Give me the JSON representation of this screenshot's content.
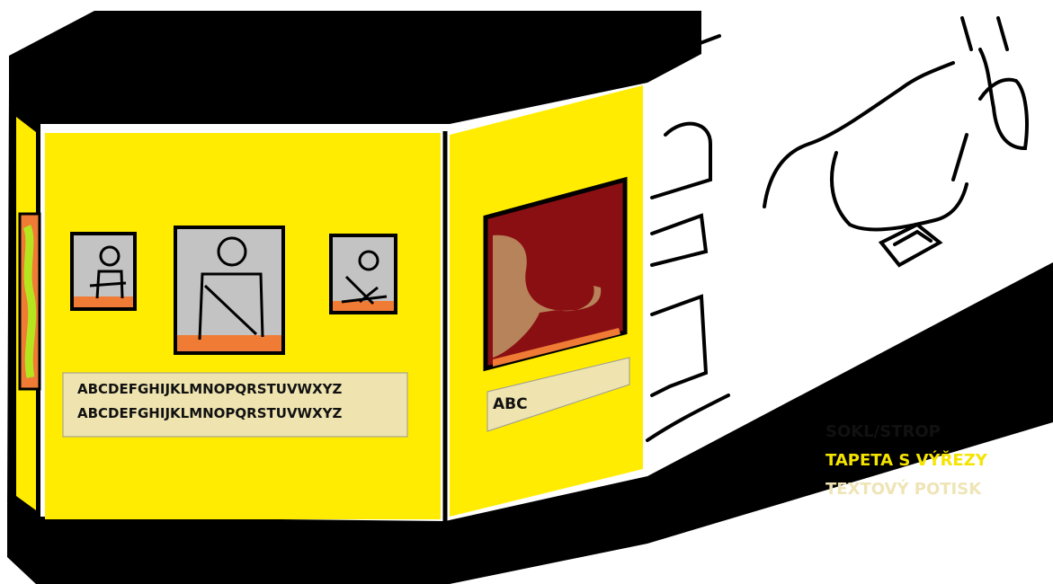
{
  "panel_text": {
    "line1": "ABCDEFGHIJKLMNOPQRSTUVWXYZ",
    "line2": "ABCDEFGHIJKLMNOPQRSTUVWXYZ",
    "small": "ABC"
  },
  "legend": [
    {
      "label": "SOKL/STROP",
      "color": "#111111"
    },
    {
      "label": "TAPETA S VÝŘEZY",
      "color": "#f5e400"
    },
    {
      "label": "TEXTOVÝ POTISK",
      "color": "#eee4b6"
    }
  ],
  "colors": {
    "frame": "#000000",
    "wallpaper": "#ffec00",
    "cutout_border": "#ef7b35",
    "picture_bg": "#c3c3c3",
    "text_print": "#efe4b0",
    "display_bg": "#8a0f12",
    "figure": "#b7835a",
    "left_cutout_green": "#b5e61d"
  }
}
